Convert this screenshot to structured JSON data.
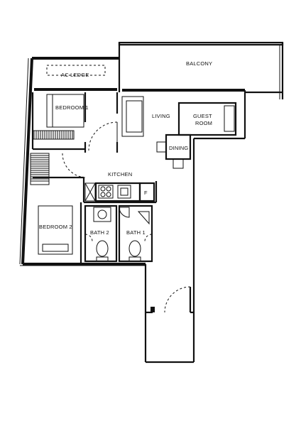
{
  "rooms": {
    "ac_ledge": "AC LEDGE",
    "balcony": "BALCONY",
    "bedroom1": "BEDROOM 1",
    "living": "LIVING",
    "guest_room_line1": "GUEST",
    "guest_room_line2": "ROOM",
    "dining": "DINING",
    "kitchen": "KITCHEN",
    "fridge": "F",
    "bedroom2": "BEDROOM 2",
    "bath2": "BATH 2",
    "bath1": "BATH 1"
  }
}
